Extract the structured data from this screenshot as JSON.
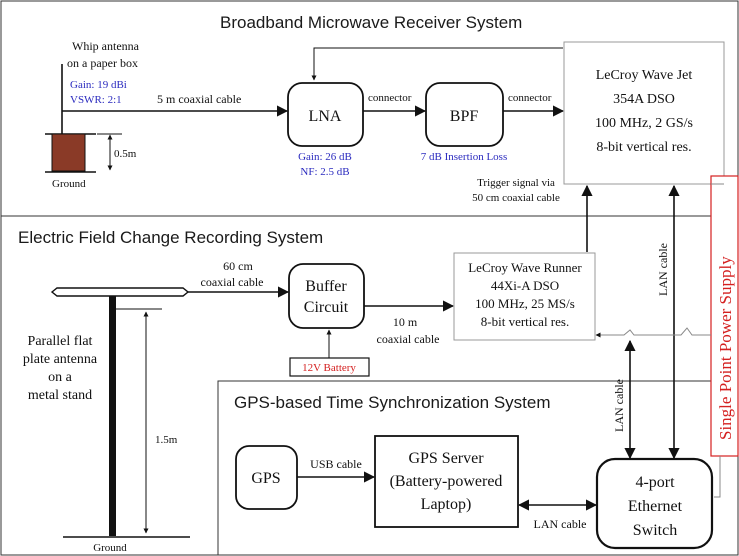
{
  "sections": {
    "microwave": "Broadband Microwave Receiver System",
    "efield": "Electric Field Change Recording System",
    "gps": "GPS-based Time Synchronization System"
  },
  "whip_antenna": {
    "title_line1": "Whip antenna",
    "title_line2": "on a paper box",
    "gain": "Gain: 19 dBi",
    "vswr": "VSWR: 2:1",
    "height": "0.5m",
    "ground": "Ground"
  },
  "lna": {
    "label": "LNA",
    "gain": "Gain: 26 dB",
    "nf": "NF: 2.5 dB"
  },
  "bpf": {
    "label": "BPF",
    "loss": "7 dB Insertion Loss"
  },
  "wavejet": {
    "line1": "LeCroy Wave Jet",
    "line2": "354A DSO",
    "line3": "100 MHz, 2 GS/s",
    "line4": "8-bit vertical res."
  },
  "cables": {
    "coax5m": "5 m coaxial cable",
    "connector1": "connector",
    "connector2": "connector",
    "trigger_line1": "Trigger signal via",
    "trigger_line2": "50 cm coaxial cable",
    "lan_right": "LAN cable",
    "coax60_line1": "60 cm",
    "coax60_line2": "coaxial cable",
    "coax10_line1": "10 m",
    "coax10_line2": "coaxial cable",
    "lan_mid": "LAN cable",
    "usb": "USB cable",
    "lan_bottom": "LAN cable"
  },
  "power_supply": "Single Point Power Supply",
  "buffer": {
    "line1": "Buffer",
    "line2": "Circuit",
    "battery": "12V Battery"
  },
  "waverunner": {
    "line1": "LeCroy Wave Runner",
    "line2": "44Xi-A DSO",
    "line3": "100 MHz, 25 MS/s",
    "line4": "8-bit vertical res."
  },
  "plate_antenna": {
    "line1": "Parallel flat",
    "line2": "plate antenna",
    "line3": "on a",
    "line4": "metal stand",
    "height": "1.5m",
    "ground": "Ground"
  },
  "gps_box": {
    "label": "GPS"
  },
  "gps_server": {
    "line1": "GPS Server",
    "line2": "(Battery-powered",
    "line3": "Laptop)"
  },
  "switch": {
    "line1": "4-port",
    "line2": "Ethernet",
    "line3": "Switch"
  }
}
